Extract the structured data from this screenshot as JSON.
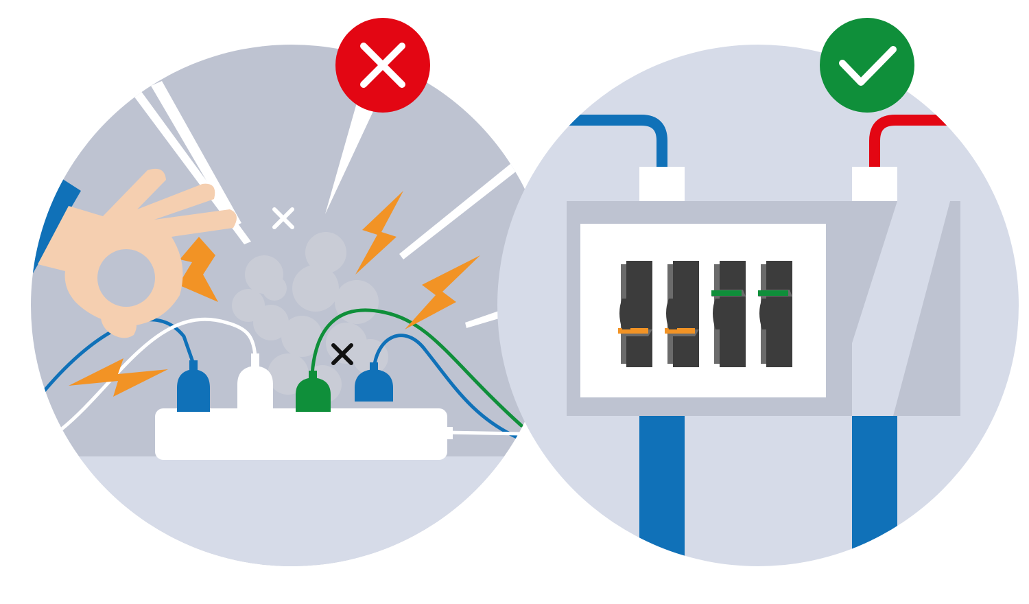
{
  "panels": [
    {
      "verdict": "bad",
      "verdict_icon": "cross-icon",
      "subject": "overloaded-power-strip"
    },
    {
      "verdict": "good",
      "verdict_icon": "checkmark-icon",
      "subject": "circuit-breaker-panel"
    }
  ],
  "colors": {
    "bad_badge": "#e30613",
    "good_badge": "#0f8f3a",
    "circle_left": "#bec3d1",
    "circle_right": "#d6dbe8",
    "cable_blue": "#1071b8",
    "cable_green": "#0f8f3a",
    "cable_red": "#e30613",
    "spark": "#f29325",
    "smoke": "#c9ccd6",
    "skin": "#f5cfb0",
    "breaker": "#3c3c3c"
  },
  "breakers": [
    {
      "state": "tripped",
      "color": "#f29325"
    },
    {
      "state": "tripped",
      "color": "#f29325"
    },
    {
      "state": "on",
      "color": "#0f8f3a"
    },
    {
      "state": "on",
      "color": "#0f8f3a"
    }
  ]
}
